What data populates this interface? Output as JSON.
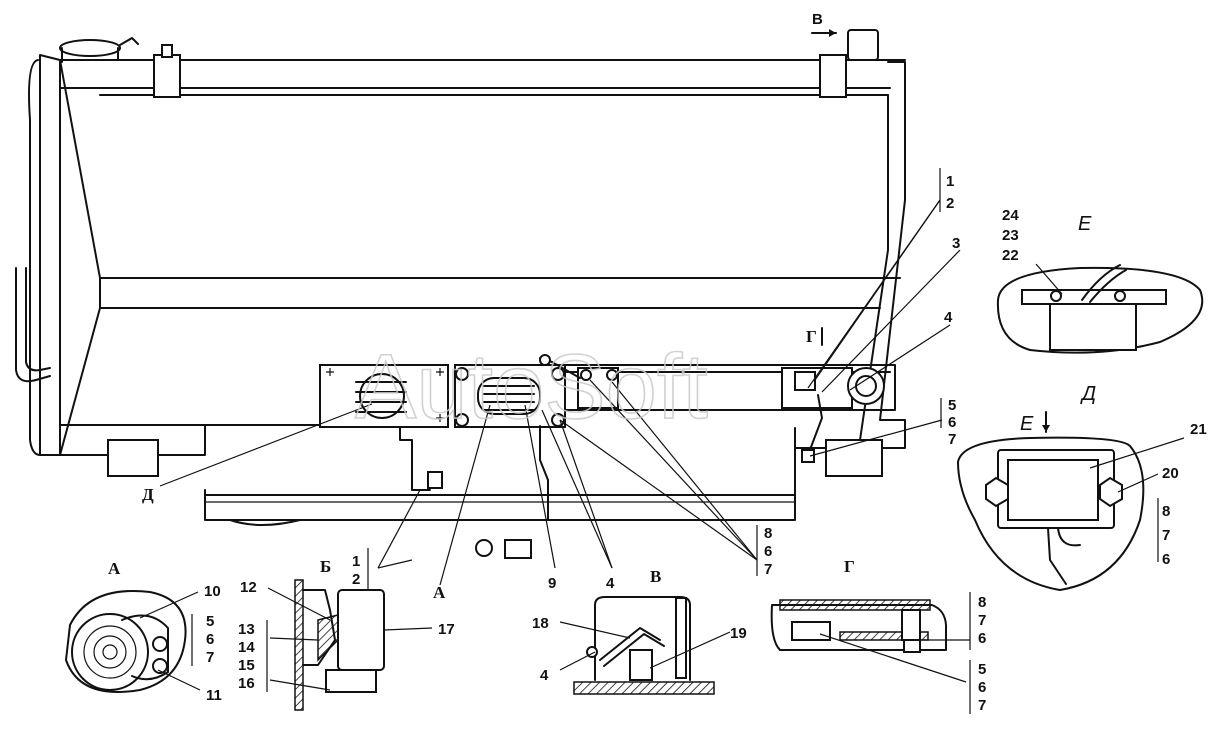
{
  "watermark": "AutoSoft",
  "views": {
    "A": "А",
    "B": "Б",
    "V": "В",
    "G": "Г",
    "D": "Д",
    "E": "Е"
  },
  "callouts": {
    "n1": "1",
    "n2": "2",
    "n3": "3",
    "n4": "4",
    "n5": "5",
    "n6": "6",
    "n7": "7",
    "n8": "8",
    "n9": "9",
    "n10": "10",
    "n11": "11",
    "n12": "12",
    "n13": "13",
    "n14": "14",
    "n15": "15",
    "n16": "16",
    "n17": "17",
    "n18": "18",
    "n19": "19",
    "n20": "20",
    "n21": "21",
    "n22": "22",
    "n23": "23",
    "n24": "24"
  }
}
